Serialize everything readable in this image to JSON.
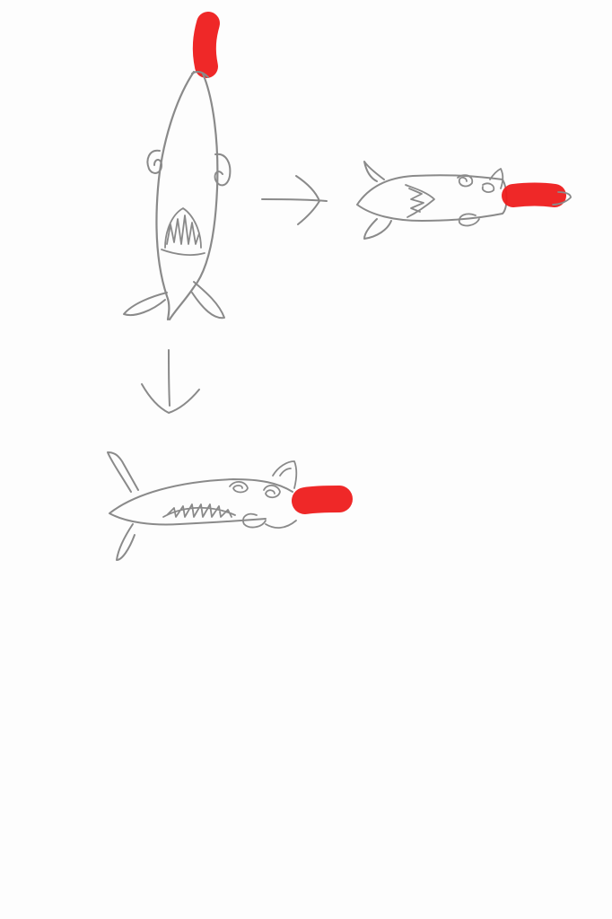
{
  "colors": {
    "background": "#fdfdfd",
    "pencil": "#8a8a8a",
    "marker": "#ee1c1c"
  },
  "sketches": [
    {
      "name": "shark-vertical",
      "orientation": "nose-up"
    },
    {
      "name": "shark-rotated-right",
      "orientation": "nose-right"
    },
    {
      "name": "shark-rotated-down",
      "orientation": "nose-right"
    }
  ],
  "arrows": [
    {
      "name": "arrow-right-icon",
      "direction": "right"
    },
    {
      "name": "arrow-down-icon",
      "direction": "down"
    }
  ]
}
